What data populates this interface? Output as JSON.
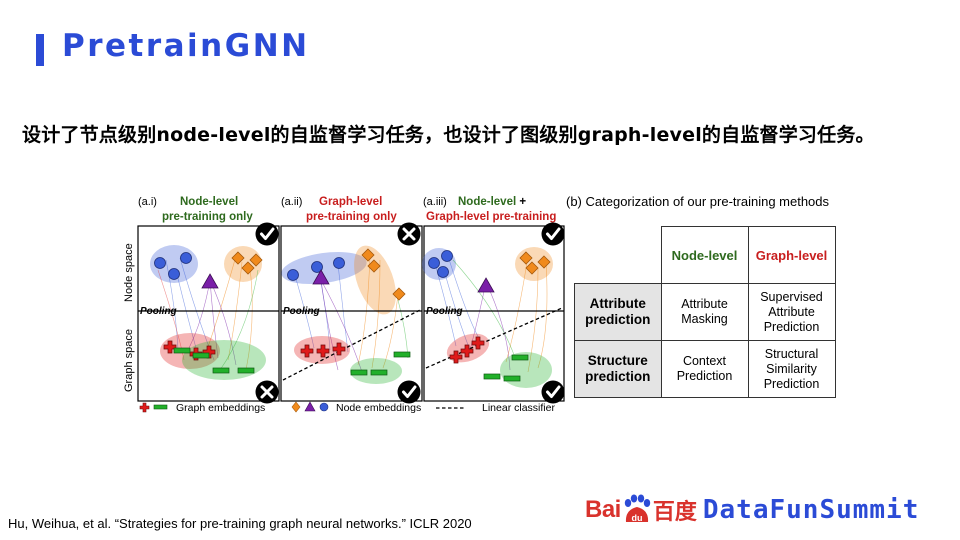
{
  "slide": {
    "title": "PretrainGNN",
    "subtitle": "设计了节点级别node-level的自监督学习任务，也设计了图级别graph-level的自监督学习任务。",
    "citation": "Hu, Weihua, et al. “Strategies for pre-training graph neural networks.” ICLR 2020"
  },
  "figure": {
    "panels": [
      {
        "id": "(a.i)",
        "label_line1": "Node-level",
        "label_line2": "pre-training only",
        "label_color": "#2e6a1e",
        "node_status": "check",
        "graph_status": "cross"
      },
      {
        "id": "(a.ii)",
        "label_line1": "Graph-level",
        "label_line2": "pre-training only",
        "label_color": "#c81e1e",
        "node_status": "cross",
        "graph_status": "check"
      },
      {
        "id": "(a.iii)",
        "label_line1_a": "Node-level",
        "label_line1_b": " +",
        "label_line2": "Graph-level pre-training",
        "label_line1_color": "#2e6a1e",
        "label_line2_color": "#c81e1e",
        "node_status": "check",
        "graph_status": "check"
      }
    ],
    "axis_node_space": "Node space",
    "axis_graph_space": "Graph space",
    "pooling_label": "Pooling",
    "legend": {
      "graph_embeddings": "Graph embeddings",
      "node_embeddings": "Node embeddings",
      "linear_classifier": "Linear classifier"
    },
    "colors": {
      "blue": "#3a5ed8",
      "orange": "#f08a1c",
      "purple": "#7a1fa8",
      "red": "#e01a1a",
      "green": "#22b02a"
    }
  },
  "table": {
    "caption": "(b) Categorization of our pre-training methods",
    "col_headers": [
      "Node-level",
      "Graph-level"
    ],
    "rows": [
      {
        "header": "Attribute prediction",
        "node": "Attribute Masking",
        "graph": "Supervised Attribute Prediction"
      },
      {
        "header": "Structure prediction",
        "node": "Context Prediction",
        "graph": "Structural Similarity Prediction"
      }
    ]
  },
  "footer": {
    "baidu_latin": "Bai",
    "baidu_paw": "du",
    "baidu_cn": "百度",
    "summit": "DataFunSummit"
  }
}
